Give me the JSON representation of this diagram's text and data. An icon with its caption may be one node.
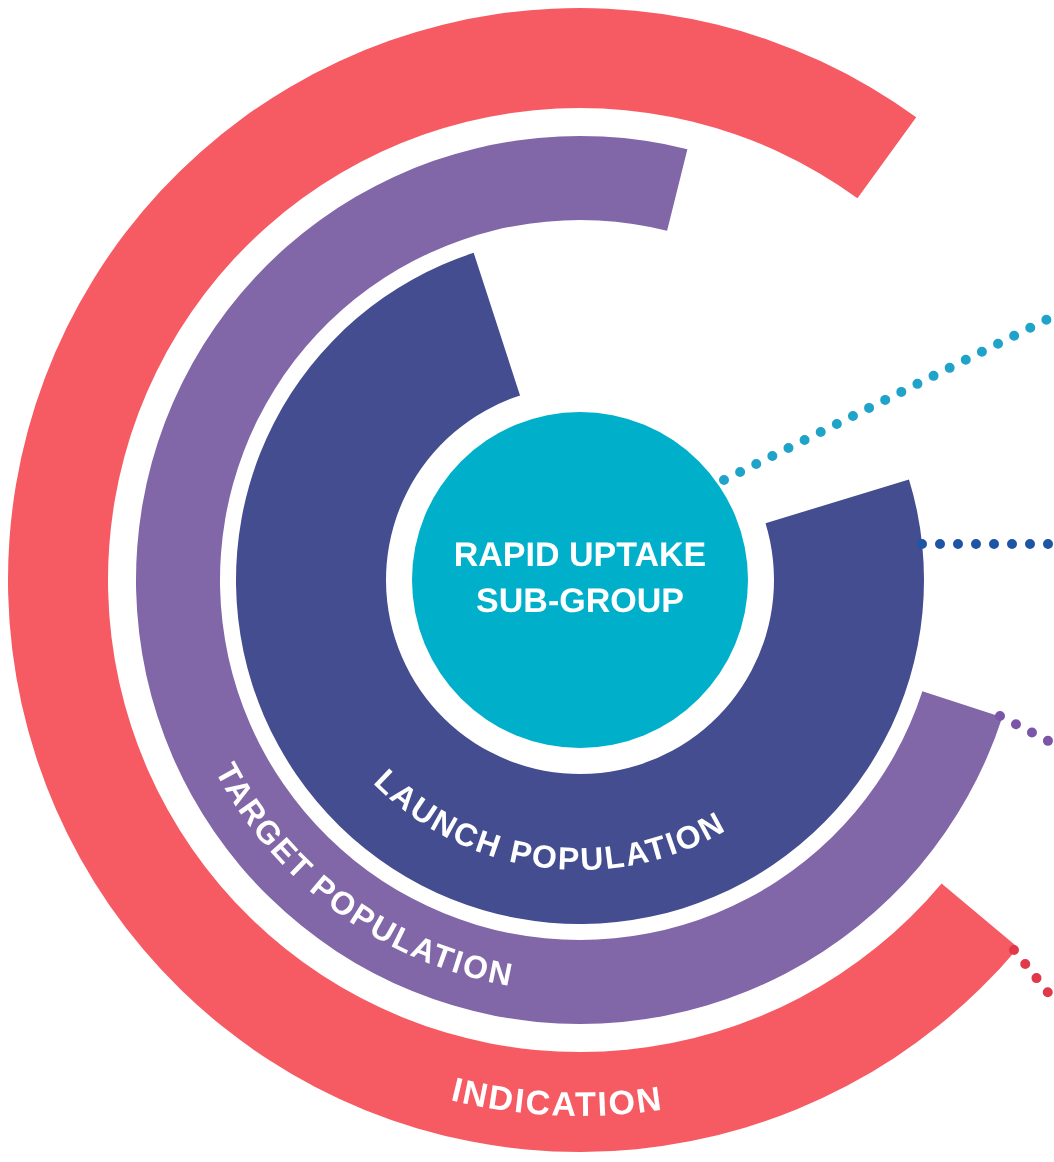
{
  "diagram": {
    "nodes": [
      {
        "text": [
          "INDICATION"
        ]
      },
      {
        "text": [
          "TARGET POPULATION"
        ]
      },
      {
        "text": [
          "LAUNCH POPULATION"
        ]
      },
      {
        "text": [
          "RAPID UPTAKE SUB-GROUP"
        ]
      }
    ],
    "edges": [
      {
        "from": 3,
        "to": null,
        "arrow": "none",
        "color": "#1fa3c9"
      },
      {
        "from": 2,
        "to": null,
        "arrow": "none",
        "color": "#1f55a5"
      },
      {
        "from": 1,
        "to": null,
        "arrow": "none",
        "color": "#7a55a8"
      },
      {
        "from": 0,
        "to": null,
        "arrow": "none",
        "color": "#e0394a"
      }
    ]
  }
}
